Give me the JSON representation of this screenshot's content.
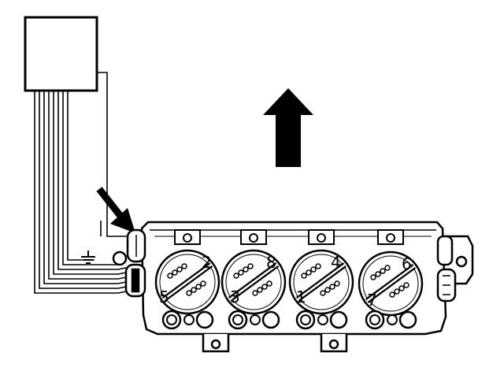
{
  "diagram": {
    "colors": {
      "ink": "#000000",
      "paper": "#ffffff"
    },
    "coil_labels": {
      "top": [
        "2",
        "8",
        "4",
        "6"
      ],
      "bottom": [
        "5",
        "3",
        "1",
        "7"
      ]
    },
    "icons": [
      "tester-box",
      "wire-bundle",
      "ground-symbol",
      "pointer-arrow-icon",
      "front-direction-arrow-icon",
      "ignition-coil-pack"
    ]
  }
}
